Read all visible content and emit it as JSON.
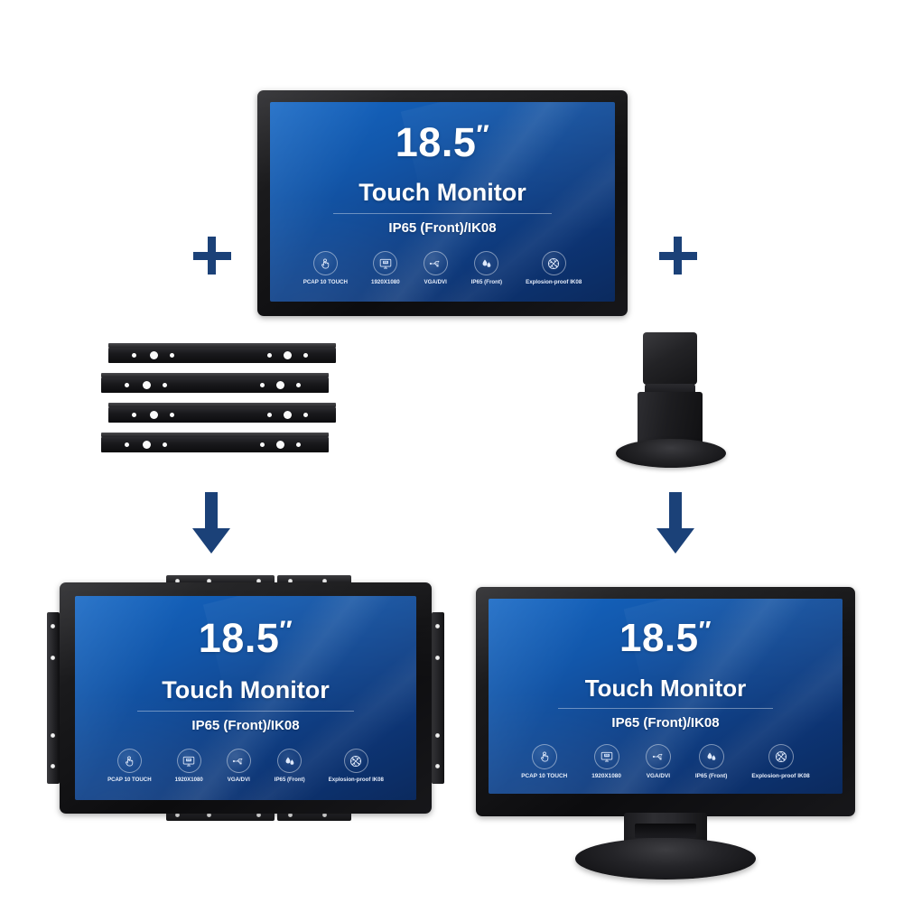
{
  "product": {
    "screen_text": {
      "size": "18.5",
      "inch_mark": "″",
      "title": "Touch Monitor",
      "subtitle": "IP65 (Front)/IK08"
    },
    "features": [
      {
        "icon": "touch-hand-icon",
        "label": "PCAP 10 TOUCH"
      },
      {
        "icon": "monitor-ppi-icon",
        "label": "1920X1080"
      },
      {
        "icon": "usb-connector-icon",
        "label": "VGA/DVI"
      },
      {
        "icon": "water-droplets-icon",
        "label": "IP65 (Front)"
      },
      {
        "icon": "shatter-proof-icon",
        "label": "Explosion-proof IK08"
      }
    ]
  },
  "diagram": {
    "operators": [
      {
        "name": "plus-left",
        "symbol": "+"
      },
      {
        "name": "plus-right",
        "symbol": "+"
      }
    ],
    "arrows": [
      {
        "name": "arrow-down-left",
        "symbol": "↓"
      },
      {
        "name": "arrow-down-right",
        "symbol": "↓"
      }
    ],
    "accessories": [
      {
        "name": "mounting-brackets",
        "count": 4
      },
      {
        "name": "desktop-stand",
        "count": 1
      }
    ],
    "results": [
      {
        "name": "open-frame-monitor"
      },
      {
        "name": "desktop-stand-monitor"
      }
    ]
  },
  "colors": {
    "accent_blue": "#1b4178",
    "screen_blue": "#11448c",
    "bezel_black": "#121214",
    "background": "#ffffff"
  }
}
